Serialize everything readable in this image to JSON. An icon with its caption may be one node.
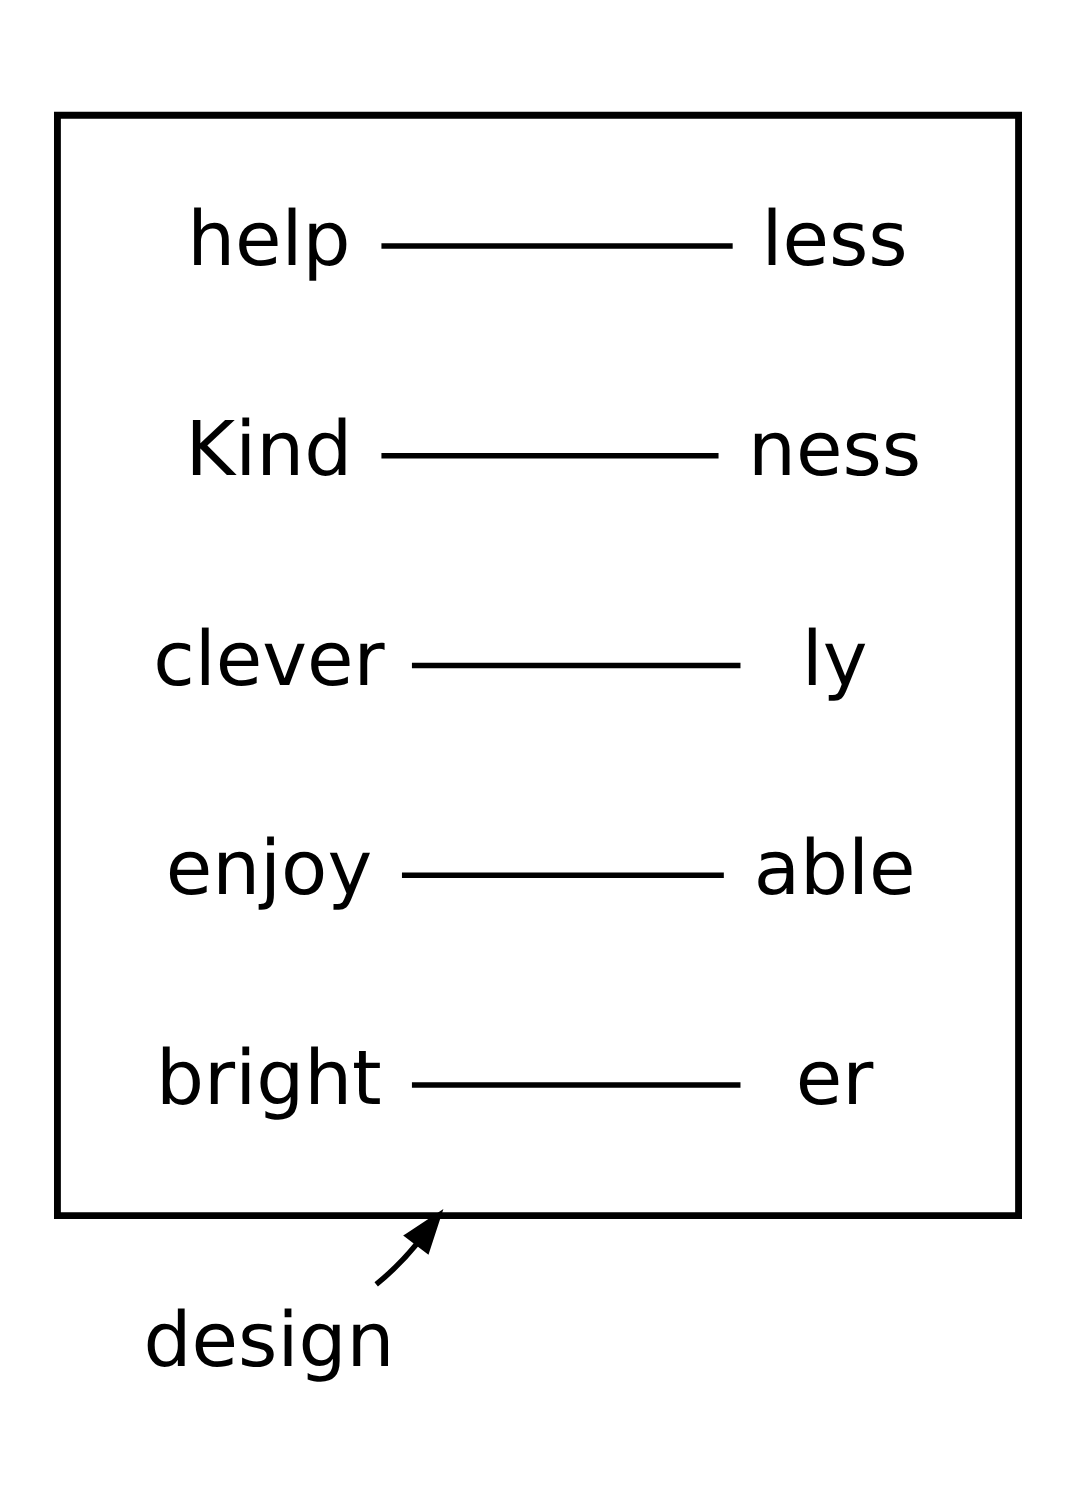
{
  "diagram": {
    "nodes": [
      {
        "text": [],
        "shape": "box"
      },
      {
        "text": [
          "help"
        ],
        "in": 0
      },
      {
        "text": [
          "able"
        ],
        "in": 0
      },
      {
        "text": [
          "Kind"
        ],
        "in": 0
      },
      {
        "text": [
          "ly"
        ],
        "in": 0
      },
      {
        "text": [
          "clever"
        ],
        "in": 0
      },
      {
        "text": [
          "ness"
        ],
        "in": 0
      },
      {
        "text": [
          "enjoy"
        ],
        "in": 0
      },
      {
        "text": [
          "er"
        ],
        "in": 0
      },
      {
        "text": [
          "bright"
        ],
        "in": 0
      },
      {
        "text": [
          "less"
        ],
        "in": 0
      },
      {
        "text": [
          "design"
        ]
      }
    ],
    "edges": [
      {
        "from": 1,
        "to": 10,
        "arrow": "none"
      },
      {
        "from": 3,
        "to": 6,
        "arrow": "none"
      },
      {
        "from": 5,
        "to": 4,
        "arrow": "none"
      },
      {
        "from": 7,
        "to": 2,
        "arrow": "none"
      },
      {
        "from": 9,
        "to": 8,
        "arrow": "none"
      },
      {
        "from": 11,
        "to": 0,
        "arrow": "to"
      }
    ]
  }
}
